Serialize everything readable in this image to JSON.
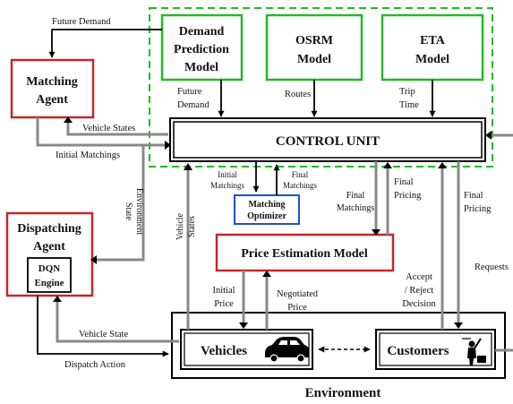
{
  "boxes": {
    "demand_model": [
      "Demand",
      "Prediction",
      "Model"
    ],
    "osrm_model": [
      "OSRM",
      "Model"
    ],
    "eta_model": [
      "ETA",
      "Model"
    ],
    "matching_agent": [
      "Matching",
      "Agent"
    ],
    "control_unit": "CONTROL UNIT",
    "dispatching_agent": [
      "Dispatching",
      "Agent"
    ],
    "dqn_engine": [
      "DQN",
      "Engine"
    ],
    "matching_optimizer": [
      "Matching",
      "Optimizer"
    ],
    "price_estimation_model": "Price Estimation Model",
    "vehicles": "Vehicles",
    "customers": "Customers",
    "environment": "Environment"
  },
  "labels": {
    "future_demand_top": "Future Demand",
    "future_demand": [
      "Future",
      "Demand"
    ],
    "routes": "Routes",
    "trip_time": [
      "Trip",
      "Time"
    ],
    "vehicle_states_left": "Vehicle States",
    "initial_matchings_left": "Initial Matchings",
    "environment_state": [
      "Environment",
      "State"
    ],
    "vehicle_states_vertical": [
      "Vehicle",
      "States"
    ],
    "initial_matchings_mid": [
      "Initial",
      "Matchings"
    ],
    "final_matchings_mid": [
      "Final",
      "Matchings"
    ],
    "final_matchings_right": [
      "Final",
      "Matchings"
    ],
    "final_pricing_mid": [
      "Final",
      "Pricing"
    ],
    "final_pricing_right": [
      "Final",
      "Pricing"
    ],
    "requests": "Requests",
    "initial_price": [
      "Initial",
      "Price"
    ],
    "negotiated_price": [
      "Negotiated",
      "Price"
    ],
    "accept_reject": [
      "Accept",
      "/ Reject",
      "Decision"
    ],
    "vehicle_state_bottom": "Vehicle State",
    "dispatch_action": "Dispatch Action"
  },
  "colors": {
    "green": "#22bb22",
    "red": "#c0282d",
    "blue": "#1d4fd8",
    "black": "#000000",
    "gray": "#888888"
  },
  "icons": [
    "car-icon",
    "customer-person-icon"
  ]
}
